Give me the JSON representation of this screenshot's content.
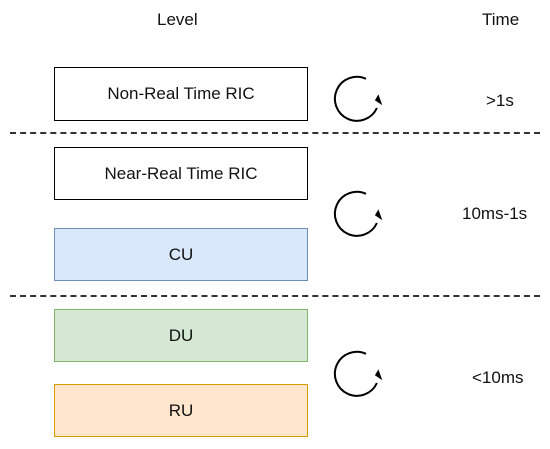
{
  "headers": {
    "level": "Level",
    "time": "Time"
  },
  "tiers": [
    {
      "boxes": [
        {
          "label": "Non-Real Time RIC",
          "fill": "#ffffff",
          "stroke": "#000000"
        }
      ],
      "time": ">1s",
      "icon": "cycle-arrow-icon"
    },
    {
      "boxes": [
        {
          "label": "Near-Real Time RIC",
          "fill": "#ffffff",
          "stroke": "#000000"
        },
        {
          "label": "CU",
          "fill": "#dae8fc",
          "stroke": "#6c8ebf"
        }
      ],
      "time": "10ms-1s",
      "icon": "cycle-arrow-icon"
    },
    {
      "boxes": [
        {
          "label": "DU",
          "fill": "#d5e8d4",
          "stroke": "#82b366"
        },
        {
          "label": "RU",
          "fill": "#ffe6cc",
          "stroke": "#d79b00"
        }
      ],
      "time": "<10ms",
      "icon": "cycle-arrow-icon"
    }
  ]
}
